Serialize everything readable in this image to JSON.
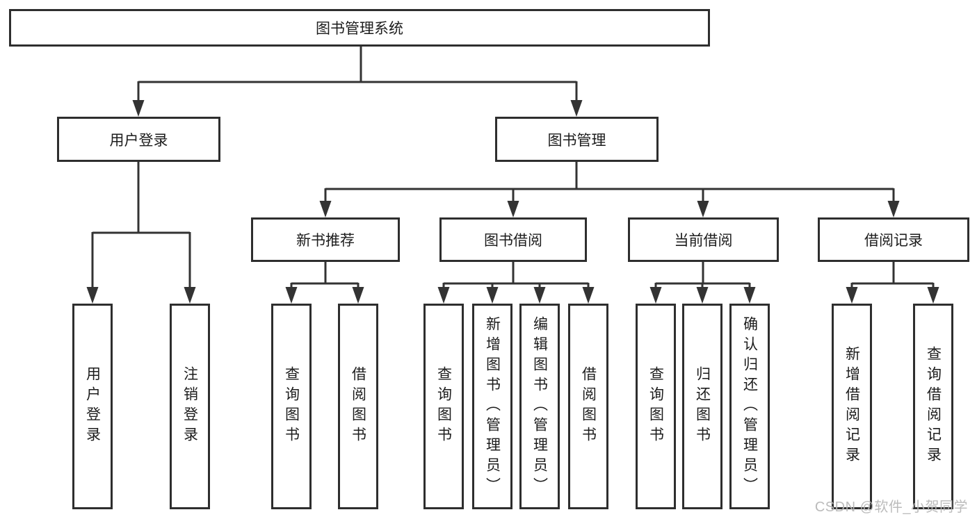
{
  "tree": {
    "root": {
      "label": "图书管理系统",
      "children": [
        {
          "label": "用户登录",
          "children": [
            {
              "label": "用户登录"
            },
            {
              "label": "注销登录"
            }
          ]
        },
        {
          "label": "图书管理",
          "children": [
            {
              "label": "新书推荐",
              "children": [
                {
                  "label": "查询图书"
                },
                {
                  "label": "借阅图书"
                }
              ]
            },
            {
              "label": "图书借阅",
              "children": [
                {
                  "label": "查询图书"
                },
                {
                  "label": "新增图书（管理员）"
                },
                {
                  "label": "编辑图书（管理员）"
                },
                {
                  "label": "借阅图书"
                }
              ]
            },
            {
              "label": "当前借阅",
              "children": [
                {
                  "label": "查询图书"
                },
                {
                  "label": "归还图书"
                },
                {
                  "label": "确认归还（管理员）"
                }
              ]
            },
            {
              "label": "借阅记录",
              "children": [
                {
                  "label": "新增借阅记录"
                },
                {
                  "label": "查询借阅记录"
                }
              ]
            }
          ]
        }
      ]
    }
  },
  "watermark": {
    "text": "CSDN @软件_小贺同学"
  },
  "colors": {
    "line": "#333333",
    "box_border": "#2e2e2e",
    "background": "#ffffff",
    "watermark": "#b8b8b8"
  }
}
